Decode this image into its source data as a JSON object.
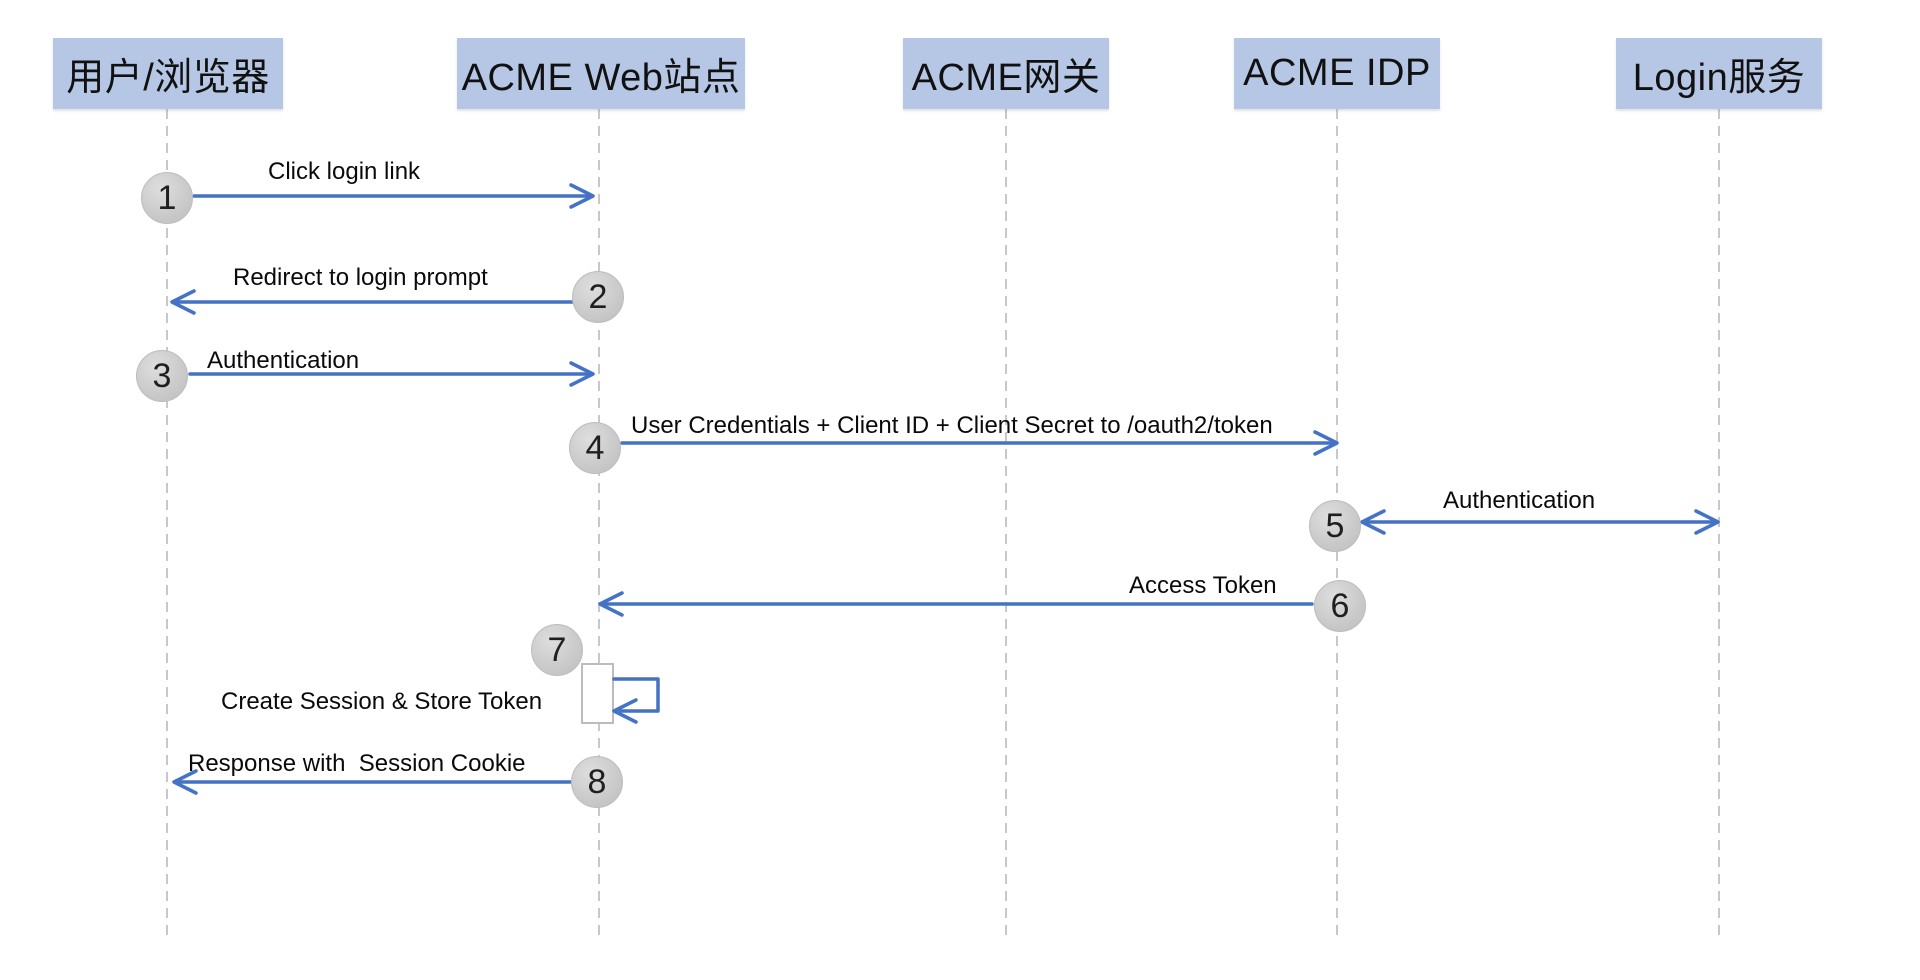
{
  "diagram": {
    "kind": "sequence-diagram",
    "language": "zh/en",
    "colors": {
      "actor_fill": "#b6c7e5",
      "arrow": "#4472c4",
      "step_badge_fill": "#c6c6c6",
      "lifeline": "#c8c8c8",
      "background": "#ffffff"
    },
    "actors": [
      {
        "label": "用户/浏览器"
      },
      {
        "label": "ACME Web站点"
      },
      {
        "label": "ACME网关"
      },
      {
        "label": "ACME IDP"
      },
      {
        "label": "Login服务"
      }
    ],
    "messages": [
      {
        "step": "1",
        "label": "Click login link",
        "from": "用户/浏览器",
        "to": "ACME Web站点",
        "direction": "right"
      },
      {
        "step": "2",
        "label": "Redirect to login prompt",
        "from": "ACME Web站点",
        "to": "用户/浏览器",
        "direction": "left"
      },
      {
        "step": "3",
        "label": "Authentication",
        "from": "用户/浏览器",
        "to": "ACME Web站点",
        "direction": "right"
      },
      {
        "step": "4",
        "label": "User Credentials + Client ID + Client Secret to /oauth2/token",
        "from": "ACME Web站点",
        "to": "ACME IDP",
        "direction": "right"
      },
      {
        "step": "5",
        "label": "Authentication",
        "from": "ACME IDP",
        "to": "Login服务",
        "direction": "both"
      },
      {
        "step": "6",
        "label": "Access Token",
        "from": "ACME IDP",
        "to": "ACME Web站点",
        "direction": "left"
      },
      {
        "step": "7",
        "label": "Create Session & Store Token",
        "from": "ACME Web站点",
        "to": "ACME Web站点",
        "direction": "self"
      },
      {
        "step": "8",
        "label": "Response with  Session Cookie",
        "from": "ACME Web站点",
        "to": "用户/浏览器",
        "direction": "left"
      }
    ]
  }
}
